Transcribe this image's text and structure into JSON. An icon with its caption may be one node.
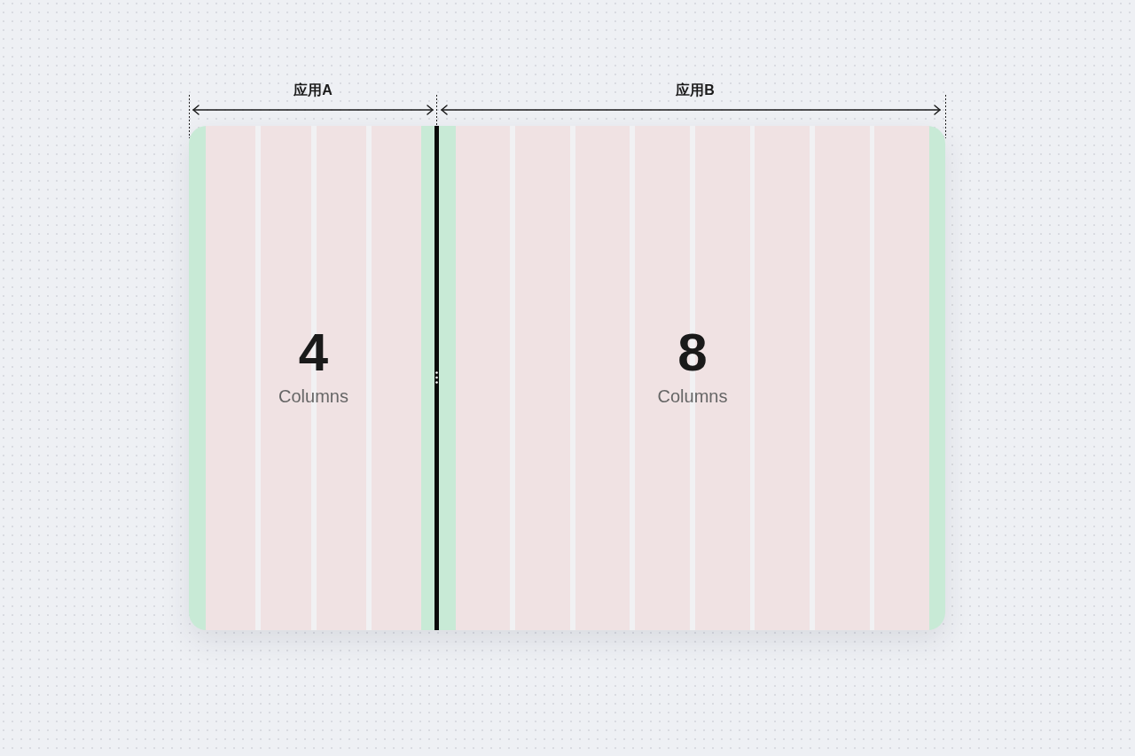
{
  "diagram": {
    "nodes": [
      {
        "text": [
          "4",
          "Columns"
        ]
      },
      {
        "text": [
          "8",
          "Columns"
        ]
      }
    ],
    "labels": [
      "应用A",
      "应用B"
    ]
  }
}
